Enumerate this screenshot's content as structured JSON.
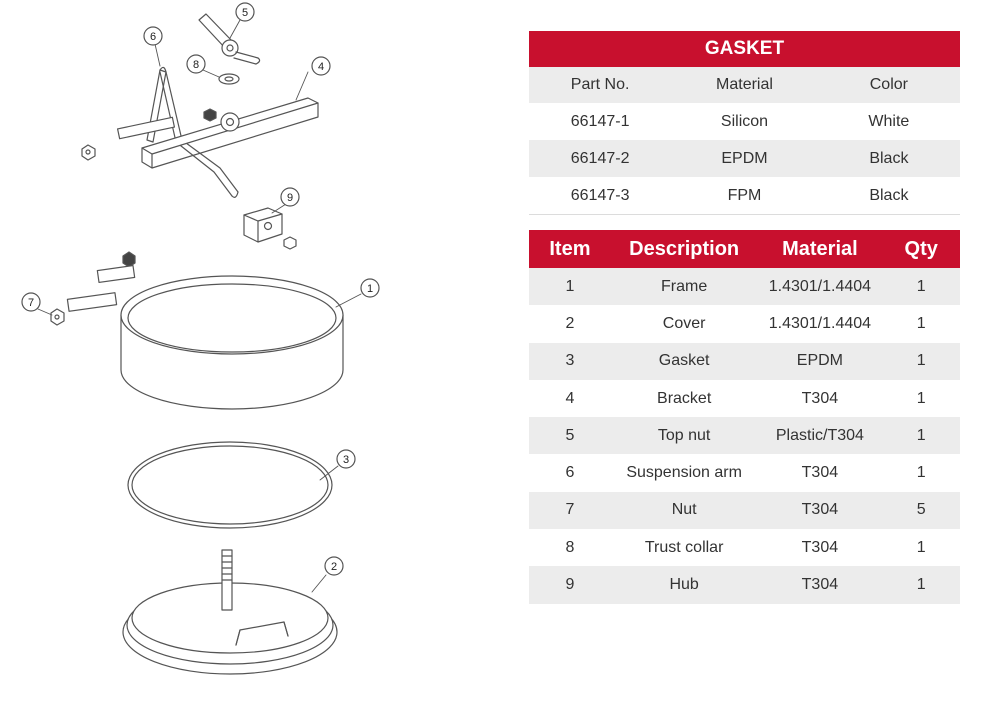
{
  "gasket_table": {
    "title": "GASKET",
    "headers": [
      "Part No.",
      "Material",
      "Color"
    ],
    "rows": [
      [
        "66147-1",
        "Silicon",
        "White"
      ],
      [
        "66147-2",
        "EPDM",
        "Black"
      ],
      [
        "66147-3",
        "FPM",
        "Black"
      ]
    ]
  },
  "parts_table": {
    "headers": [
      "Item",
      "Description",
      "Material",
      "Qty"
    ],
    "rows": [
      [
        "1",
        "Frame",
        "1.4301/1.4404",
        "1"
      ],
      [
        "2",
        "Cover",
        "1.4301/1.4404",
        "1"
      ],
      [
        "3",
        "Gasket",
        "EPDM",
        "1"
      ],
      [
        "4",
        "Bracket",
        "T304",
        "1"
      ],
      [
        "5",
        "Top nut",
        "Plastic/T304",
        "1"
      ],
      [
        "6",
        "Suspension arm",
        "T304",
        "1"
      ],
      [
        "7",
        "Nut",
        "T304",
        "5"
      ],
      [
        "8",
        "Trust collar",
        "T304",
        "1"
      ],
      [
        "9",
        "Hub",
        "T304",
        "1"
      ]
    ]
  },
  "diagram": {
    "callouts": [
      "1",
      "2",
      "3",
      "4",
      "5",
      "6",
      "7",
      "8",
      "9"
    ]
  },
  "colors": {
    "header_red": "#c8102e",
    "row_gray": "#ececec",
    "line": "#555555"
  }
}
